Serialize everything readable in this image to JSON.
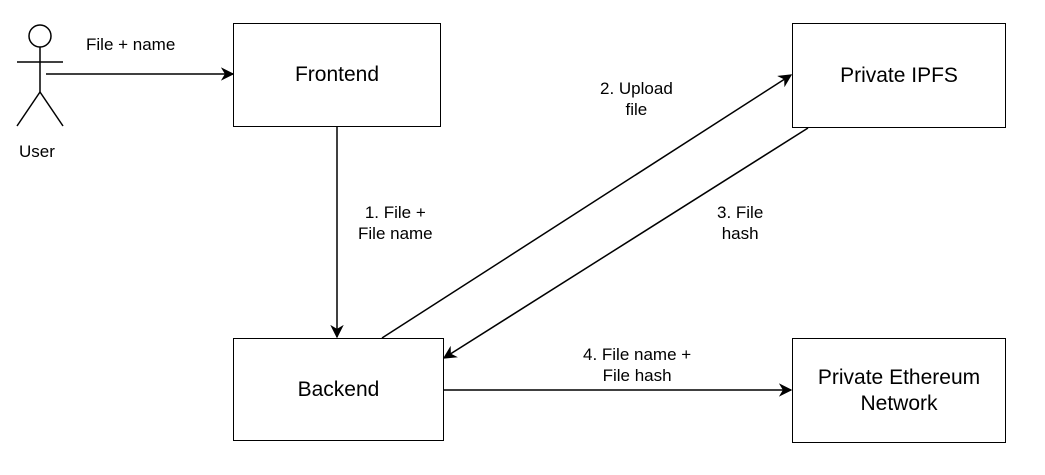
{
  "actor": {
    "label": "User"
  },
  "nodes": {
    "frontend": "Frontend",
    "backend": "Backend",
    "ipfs": "Private IPFS",
    "ethereum": "Private Ethereum\nNetwork"
  },
  "edges": {
    "user_to_frontend": "File + name",
    "frontend_to_backend": "1. File +\nFile name",
    "backend_to_ipfs": "2. Upload\nfile",
    "ipfs_to_backend": "3. File\nhash",
    "backend_to_ethereum": "4. File name +\nFile hash"
  }
}
